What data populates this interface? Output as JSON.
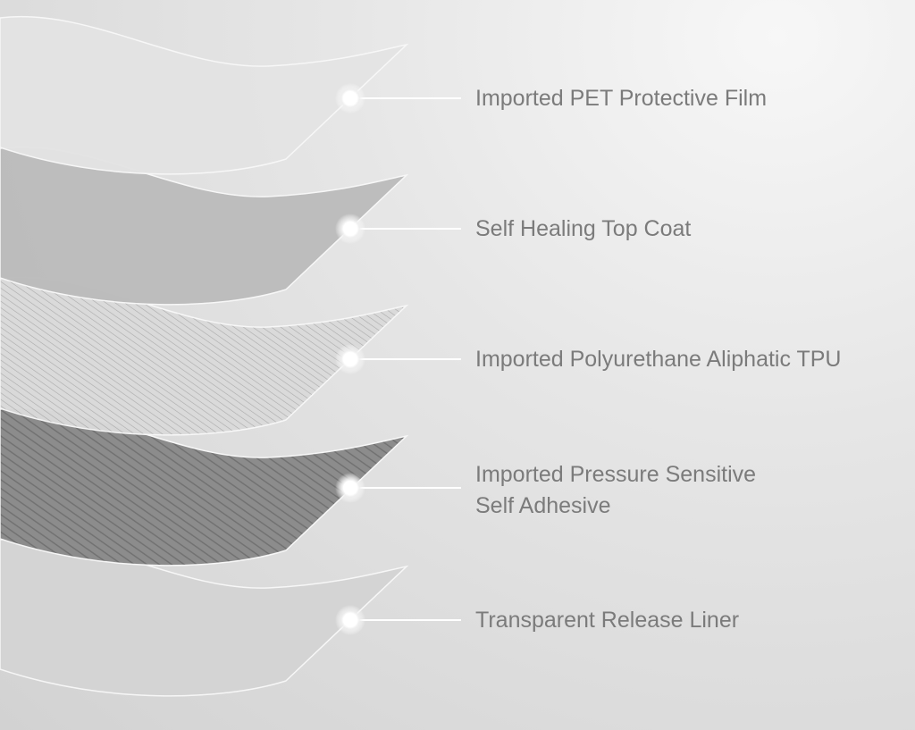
{
  "layers": [
    {
      "label_lines": [
        "Imported PET Protective Film"
      ],
      "fill": "#e4e4e4",
      "texture": "none"
    },
    {
      "label_lines": [
        "Self Healing Top Coat"
      ],
      "fill": "#bcbcbc",
      "texture": "none"
    },
    {
      "label_lines": [
        "Imported Polyurethane Aliphatic TPU"
      ],
      "fill": "#d8d8d8",
      "texture": "fine-stripes"
    },
    {
      "label_lines": [
        "Imported Pressure Sensitive",
        "Self Adhesive"
      ],
      "fill": "#858585",
      "texture": "stripes"
    },
    {
      "label_lines": [
        "Transparent Release Liner"
      ],
      "fill": "#d4d4d4",
      "texture": "none"
    }
  ],
  "colors": {
    "text": "#7b7b7b",
    "edge": "#f8f8f8",
    "leader": "#ffffff"
  }
}
